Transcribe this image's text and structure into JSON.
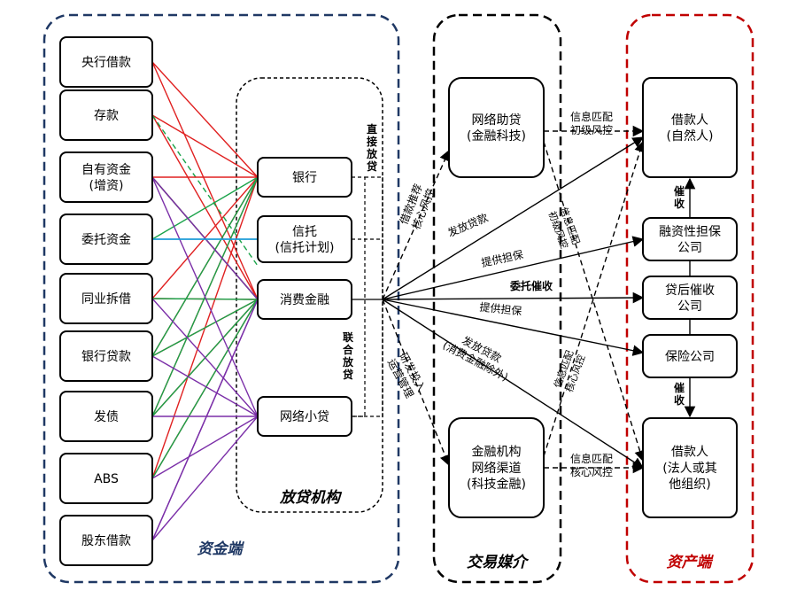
{
  "regions": {
    "funding": "资金端",
    "lenders": "放贷机构",
    "medium": "交易媒介",
    "assets": "资产端"
  },
  "sources": [
    {
      "id": "central",
      "label": [
        "央行借款"
      ]
    },
    {
      "id": "deposit",
      "label": [
        "存款"
      ]
    },
    {
      "id": "own",
      "label": [
        "自有资金",
        "(增资)"
      ]
    },
    {
      "id": "entrust",
      "label": [
        "委托资金"
      ]
    },
    {
      "id": "interbank",
      "label": [
        "同业拆借"
      ]
    },
    {
      "id": "bankloan",
      "label": [
        "银行贷款"
      ]
    },
    {
      "id": "bond",
      "label": [
        "发债"
      ]
    },
    {
      "id": "abs",
      "label": [
        "ABS"
      ]
    },
    {
      "id": "shareholder",
      "label": [
        "股东借款"
      ]
    }
  ],
  "lenders": [
    {
      "id": "bank",
      "label": [
        "银行"
      ]
    },
    {
      "id": "trust",
      "label": [
        "信托",
        "(信托计划)"
      ]
    },
    {
      "id": "consumer",
      "label": [
        "消费金融"
      ]
    },
    {
      "id": "microloan",
      "label": [
        "网络小贷"
      ]
    }
  ],
  "media": [
    {
      "id": "fintech",
      "label": [
        "网络助贷",
        "(金融科技)"
      ]
    },
    {
      "id": "channel",
      "label": [
        "金融机构",
        "网络渠道",
        "(科技金融)"
      ]
    }
  ],
  "assets": [
    {
      "id": "person",
      "label": [
        "借款人",
        "(自然人)"
      ]
    },
    {
      "id": "guarantee",
      "label": [
        "融资性担保",
        "公司"
      ]
    },
    {
      "id": "collection",
      "label": [
        "贷后催收",
        "公司"
      ]
    },
    {
      "id": "insurance",
      "label": [
        "保险公司"
      ]
    },
    {
      "id": "corporate",
      "label": [
        "借款人",
        "(法人或其",
        "他组织)"
      ]
    }
  ],
  "annotations": {
    "direct": [
      "直接",
      "放贷"
    ],
    "joint": [
      "联合",
      "放贷"
    ],
    "recommend": [
      "借款推荐",
      "核心风控"
    ],
    "dev_investment": [
      "研发投入",
      "运营管理"
    ],
    "issue_loan": "发放贷款",
    "provide_guarantee": "提供担保",
    "entrust_collection": "委托催收",
    "provide_insurance": "提供担保",
    "issue_loan_consumer": [
      "发放贷款",
      "(消费金融除外)"
    ],
    "info_match_top": [
      "信息匹配",
      "初级风控"
    ],
    "info_match_bottom": [
      "信息匹配",
      "核心风控"
    ],
    "cross_top": [
      "信息匹配",
      "初级风控"
    ],
    "cross_bottom": [
      "信息匹配",
      "核心风控"
    ],
    "collect_1": [
      "催",
      "收"
    ],
    "collect_2": [
      "催",
      "收"
    ]
  },
  "colors": {
    "funding_border": "#1f3864",
    "asset_border": "#c00000",
    "asset_label": "#c00000",
    "funding_label": "#1f3864",
    "red": "#e02020",
    "green": "#1aa34a",
    "purple": "#7b2fa8",
    "blue": "#1b9bd7"
  }
}
